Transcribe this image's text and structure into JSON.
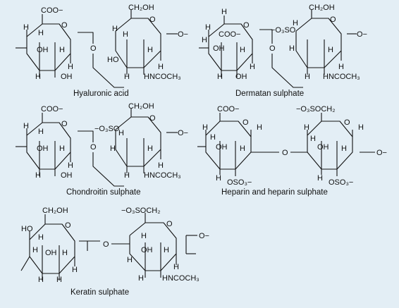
{
  "colors": {
    "background": "#e3eef5",
    "ink": "#111111"
  },
  "structures": [
    {
      "id": "hyaluronic",
      "caption": "Hyaluronic acid",
      "ring1": {
        "top": "COO−",
        "c5h": "H",
        "c4h": "H",
        "c3oh": "OH",
        "c2h": "H",
        "c1h": "H",
        "c3h": "H",
        "c2oh": "OH"
      },
      "ring2": {
        "top": "CH₂OH",
        "c4h": "H",
        "c5h": "H",
        "c4o": "HO",
        "c1h": "H",
        "c3h": "H",
        "c2h": "H",
        "nh": "HNCOCH₃",
        "anom": "O−"
      }
    },
    {
      "id": "dermatan",
      "caption": "Dermatan sulphate",
      "ring1": {
        "top": "COO−",
        "c5h": "H",
        "c4h": "H",
        "c3oh": "OH",
        "c2h": "H",
        "c1h": "H",
        "c3h": "H",
        "c2oh": "OH",
        "c5htop": "H"
      },
      "ring2": {
        "top": "CH₂OH",
        "c4h": "H",
        "c5h": "H",
        "c4o": "−O₃SO",
        "c1h": "H",
        "c3h": "H",
        "c2h": "H",
        "nh": "HNCOCH₃",
        "anom": "O−"
      }
    },
    {
      "id": "chondroitin",
      "caption": "Chondroitin sulphate",
      "ring1": {
        "top": "COO−",
        "c5h": "H",
        "c4h": "H",
        "c3oh": "OH",
        "c2h": "H",
        "c1h": "H",
        "c3h": "H",
        "c2oh": "OH"
      },
      "ring2": {
        "top": "CH₂OH",
        "c4h": "H",
        "c5h": "H",
        "c4o": "−O₃SO",
        "c1h": "H",
        "c3h": "H",
        "c2h": "H",
        "nh": "HNCOCH₃",
        "anom": "O−"
      }
    },
    {
      "id": "heparin",
      "caption": "Heparin and heparin sulphate",
      "ring1": {
        "top": "COO−",
        "c4h": "H",
        "c5h": "H",
        "c3oh": "OH",
        "c1h": "H",
        "c2h": "H",
        "c3h": "H",
        "so3": "OSO₃−"
      },
      "ring2": {
        "top": "−O₃SOCH₂",
        "c5h": "H",
        "c4h": "H",
        "c3oh": "OH",
        "c1h": "H",
        "c2h": "H",
        "c3h": "H",
        "so3": "OSO₃−",
        "anom": "O−"
      }
    },
    {
      "id": "keratin",
      "caption": "Keratin sulphate",
      "ring1": {
        "top": "CH₂OH",
        "ho": "HO",
        "c5h": "H",
        "c4h": "H",
        "c3oh": "OH",
        "c1h": "H",
        "c2h": "H",
        "c3h": "H",
        "c2h2": "H"
      },
      "ring2": {
        "top": "−O₃SOCH₂",
        "c4h": "H",
        "c3oh": "OH",
        "c5h": "H",
        "c1h": "H",
        "c2h": "H",
        "c3h": "H",
        "nh": "HNCOCH₃",
        "anom": "O−"
      }
    }
  ],
  "linker_label": "O"
}
